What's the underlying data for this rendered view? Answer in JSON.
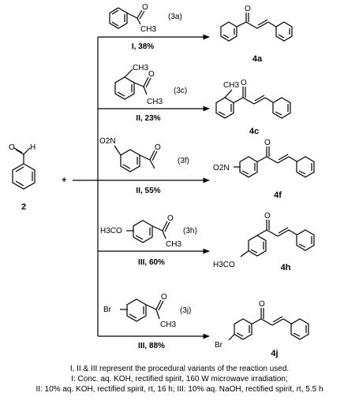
{
  "starting_material": {
    "formula_label": "H",
    "number": "2",
    "plus": "+"
  },
  "reactions": [
    {
      "reagent_id": "(3a)",
      "reagent_labels": [
        "CH3"
      ],
      "condition": "I, 38%",
      "product": "4a"
    },
    {
      "reagent_id": "(3c)",
      "reagent_labels": [
        "CH3",
        "CH3"
      ],
      "condition": "II, 23%",
      "product": "4c",
      "product_labels": [
        "CH3"
      ]
    },
    {
      "reagent_id": "(3f)",
      "reagent_labels": [
        "O2N"
      ],
      "condition": "II, 55%",
      "product": "4f",
      "product_labels": [
        "O2N"
      ]
    },
    {
      "reagent_id": "(3h)",
      "reagent_labels": [
        "H3CO",
        "CH3"
      ],
      "condition": "III, 60%",
      "product": "4h",
      "product_labels": [
        "H3CO"
      ]
    },
    {
      "reagent_id": "(3j)",
      "reagent_labels": [
        "Br",
        "CH3"
      ],
      "condition": "III, 88%",
      "product": "4j",
      "product_labels": [
        "Br"
      ]
    }
  ],
  "footnote": {
    "line1": "I, II & III represent the procedural variants of the reaction used.",
    "line2": "I: Conc. aq. KOH, rectified spirit, 160 W microwave irradiation;",
    "line3": "II: 10% aq. KOH, rectified spirit, rt, 16 h; III: 10% aq. NaOH, rectified spirit, rt, 5.5 h"
  }
}
